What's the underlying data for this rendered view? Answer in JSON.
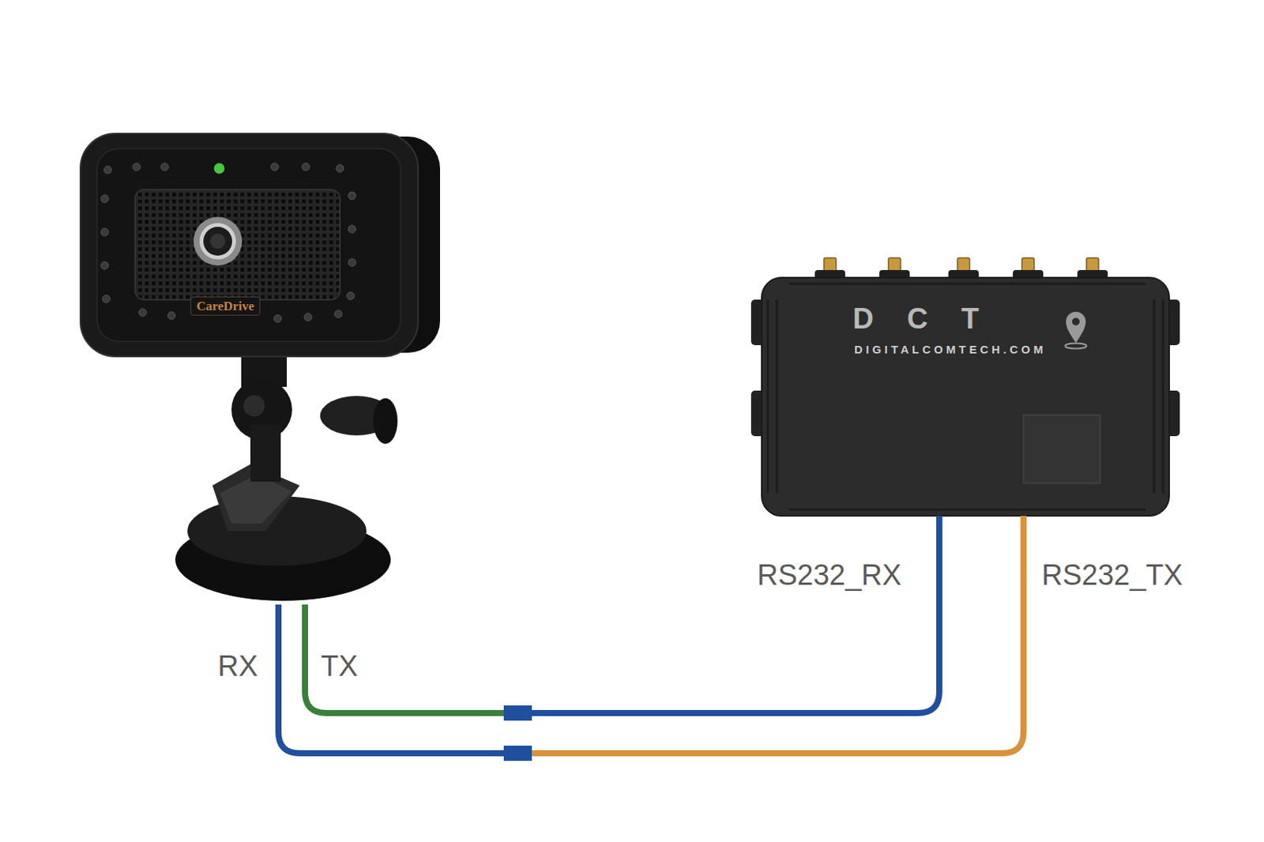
{
  "diagram": {
    "nodes": [
      {
        "text": [
          "CareDrive"
        ]
      },
      {
        "text": [
          "DCT",
          "DIGITALCOMTECH.COM"
        ]
      }
    ],
    "edges": [
      {
        "from": 0,
        "to": 1,
        "arrow": "none"
      },
      {
        "from": 0,
        "to": 1,
        "arrow": "none"
      }
    ],
    "labels": [
      "RX",
      "TX",
      "RS232_RX",
      "RS232_TX"
    ]
  }
}
